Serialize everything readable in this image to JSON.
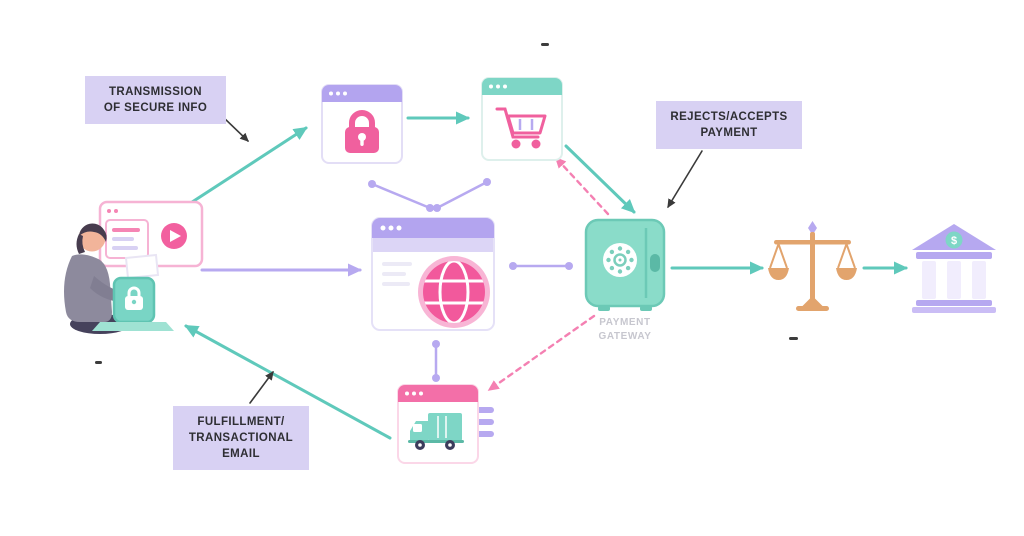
{
  "labels": {
    "transmission_of_secure_info": {
      "line1": "TRANSMISSION",
      "line2": "OF SECURE INFO"
    },
    "rejects_accepts_payment": {
      "line1": "REJECTS/ACCEPTS",
      "line2": "PAYMENT"
    },
    "fulfillment_transactional_email": {
      "line1": "FULFILLMENT/",
      "line2": "TRANSACTIONAL",
      "line3": "EMAIL"
    }
  },
  "captions": {
    "payment_gateway": {
      "line1": "PAYMENT",
      "line2": "GATEWAY"
    }
  },
  "bank_icon": {
    "dollar_sign": "$"
  },
  "icons": {
    "customer": "person-at-laptop-icon",
    "secure_page": "browser-padlock-icon",
    "checkout_cart": "browser-shopping-cart-icon",
    "website": "browser-globe-icon",
    "payment_gateway": "safe-vault-icon",
    "settlement": "balance-scale-icon",
    "bank": "bank-building-icon",
    "shipping": "browser-delivery-truck-icon"
  },
  "flow": [
    "customer -> secure-page (teal solid arrow)",
    "secure-page -> checkout-cart (teal solid arrow)",
    "checkout-cart -> payment-gateway (teal solid arrow)",
    "payment-gateway -> checkout-cart (pink dashed arrow)",
    "payment-gateway -> balance-scale (teal solid arrow)",
    "balance-scale -> bank (teal solid arrow)",
    "payment-gateway -> shipping-page (pink dashed arrow)",
    "shipping-page -> customer (teal solid arrow)",
    "customer -> website (lavender solid arrow)",
    "website - secure-page (lavender connector with dots)",
    "website - checkout-cart (lavender connector with dots)",
    "website - payment-gateway (lavender connector with dots)",
    "website - shipping-page (lavender connector with dots)",
    "transmission-label -> flow (dark annotation arrow)",
    "rejects-label -> payment-gateway (dark annotation arrow)",
    "fulfillment-label -> flow (dark annotation arrow)"
  ],
  "colors": {
    "teal_arrow": "#5fc9bb",
    "lavender": "#b7a9f0",
    "label_background": "#d8d1f3",
    "pink": "#f2609f",
    "pink_dashed_arrow": "#f480b2",
    "dark_arrow": "#3a3a3a",
    "safe_teal": "#8adcc9",
    "scale_orange": "#e2a46d",
    "bank_purple": "#b6a8f0"
  }
}
